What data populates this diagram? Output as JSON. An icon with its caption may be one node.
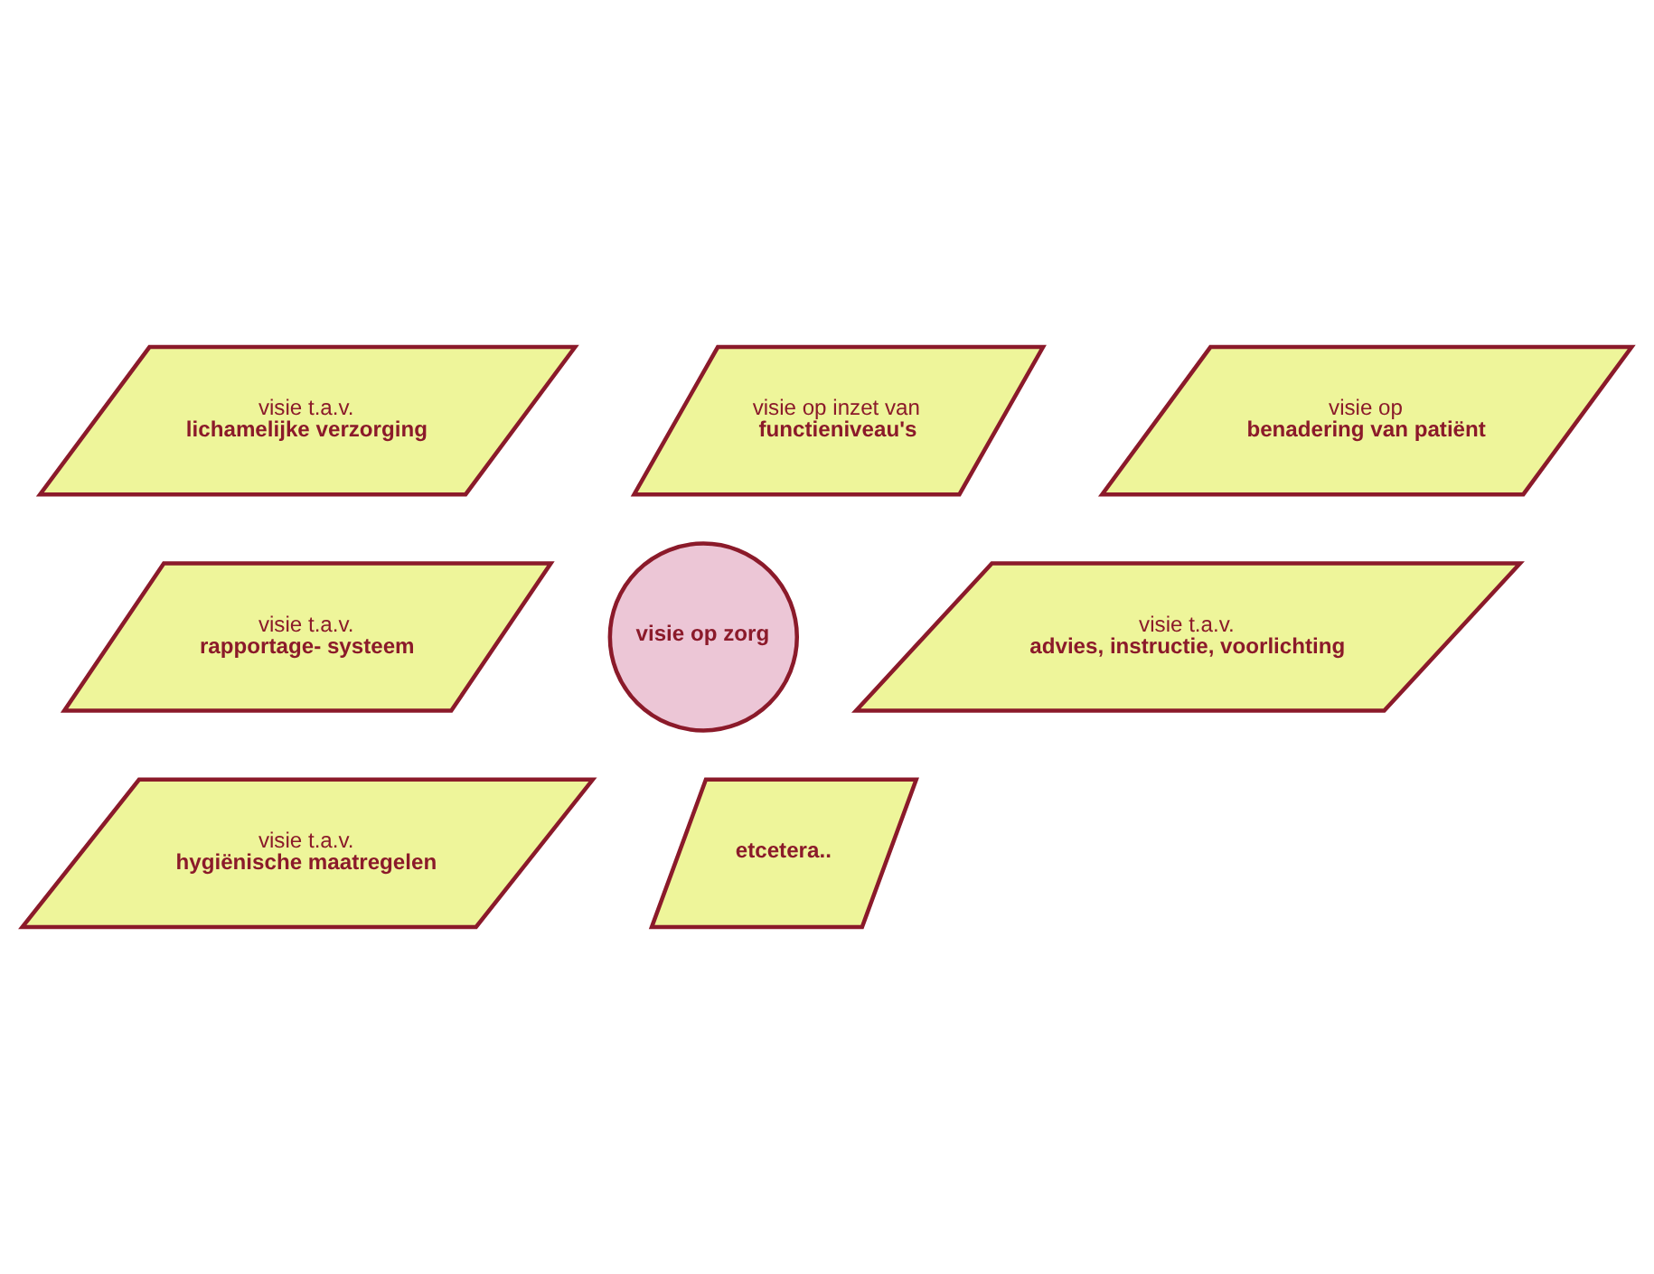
{
  "diagram": {
    "nodes": [
      {
        "text": [
          "visie t.a.v.",
          "lichamelijke verzorging"
        ]
      },
      {
        "text": [
          "visie op inzet van",
          "functieniveau's"
        ]
      },
      {
        "text": [
          "visie op",
          "benadering van patiënt"
        ]
      },
      {
        "text": [
          "visie t.a.v.",
          "rapportage- systeem"
        ]
      },
      {
        "text": [
          "visie op zorg"
        ]
      },
      {
        "text": [
          "visie t.a.v.",
          "advies, instructie, voorlichting"
        ]
      },
      {
        "text": [
          "visie t.a.v.",
          "hygiënische maatregelen"
        ]
      },
      {
        "text": [
          "etcetera.."
        ]
      }
    ],
    "edges": []
  }
}
